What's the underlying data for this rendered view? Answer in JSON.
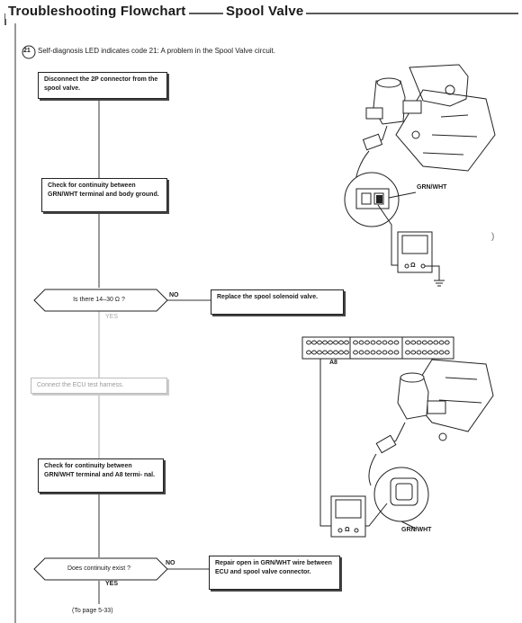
{
  "header": {
    "title": "Troubleshooting Flowchart",
    "subtitle": "Spool Valve"
  },
  "intro": {
    "code_badge": "21",
    "text": "Self-diagnosis LED indicates code 21: A problem in the Spool Valve circuit."
  },
  "steps": {
    "disconnect": "Disconnect the 2P connector from the spool valve.",
    "check1": "Check for continuity between GRN/WHT terminal and body ground.",
    "decision1": "Is there 14–30 Ω ?",
    "replace": "Replace the spool solenoid valve.",
    "ecu": "Connect the ECU test harness.",
    "check2": "Check for continuity between GRN/WHT terminal and A8 termi- nal.",
    "decision2": "Does continuity exist ?",
    "repair": "Repair open in GRN/WHT wire between ECU and spool valve connector."
  },
  "labels": {
    "no1": "NO",
    "yes1": "YES",
    "no2": "NO",
    "yes2": "YES",
    "to_page": "(To page 5-33)"
  },
  "illustrations": {
    "grn_wht_top": "GRN/WHT",
    "grn_wht_bottom": "GRN/WHT",
    "a8": "A8",
    "ohm": "Ω"
  }
}
